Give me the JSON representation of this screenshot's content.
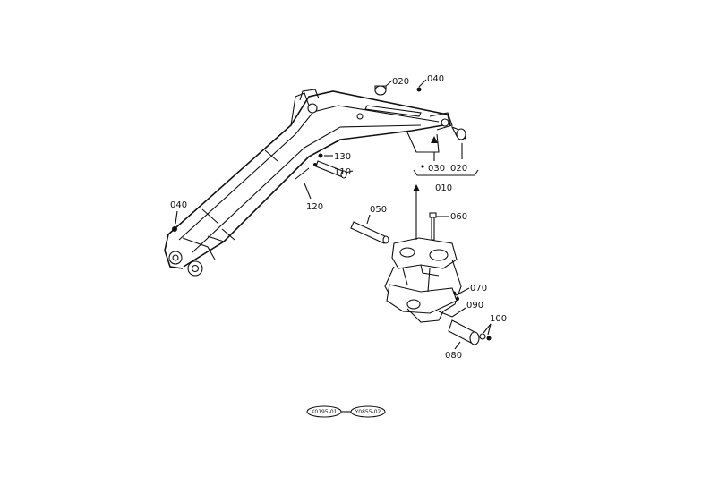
{
  "parts": {
    "p010": "010",
    "p020a": "020",
    "p020b": "020",
    "p030": "030",
    "p040a": "040",
    "p040b": "040",
    "p050": "050",
    "p060": "060",
    "p070": "070",
    "p080": "080",
    "p090": "090",
    "p100": "100",
    "p110": "110",
    "p120": "120",
    "p130": "130"
  },
  "refs": {
    "ref1": "K0195-01",
    "ref2": "Y0855-02"
  }
}
